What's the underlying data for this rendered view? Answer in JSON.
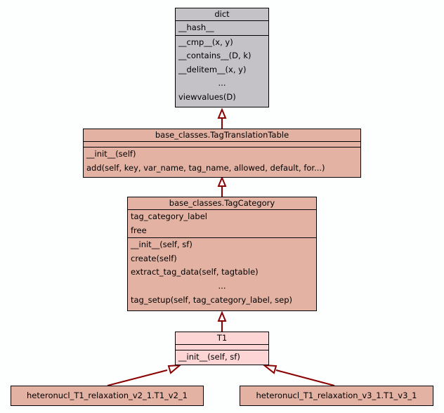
{
  "diagram": {
    "type": "class-inheritance",
    "classes": {
      "dict": {
        "name": "dict",
        "attributes": [
          "__hash__"
        ],
        "methods": [
          "__cmp__(x, y)",
          "__contains__(D, k)",
          "__delitem__(x, y)",
          "...",
          "viewvalues(D)"
        ]
      },
      "tag_translation_table": {
        "name": "base_classes.TagTranslationTable",
        "attributes": [],
        "methods": [
          "__init__(self)",
          "add(self, key, var_name, tag_name, allowed, default, for...)"
        ]
      },
      "tag_category": {
        "name": "base_classes.TagCategory",
        "attributes": [
          "tag_category_label",
          "free"
        ],
        "methods": [
          "__init__(self, sf)",
          "create(self)",
          "extract_tag_data(self, tagtable)",
          "...",
          "tag_setup(self, tag_category_label, sep)"
        ]
      },
      "t1": {
        "name": "T1",
        "attributes": [],
        "methods": [
          "__init__(self, sf)"
        ]
      },
      "t1_v2_1": {
        "name": "heteronucl_T1_relaxation_v2_1.T1_v2_1"
      },
      "t1_v3_1": {
        "name": "heteronucl_T1_relaxation_v3_1.T1_v3_1"
      }
    },
    "edges": [
      {
        "from": "tag_translation_table",
        "to": "dict",
        "kind": "inherits"
      },
      {
        "from": "tag_category",
        "to": "tag_translation_table",
        "kind": "inherits"
      },
      {
        "from": "t1",
        "to": "tag_category",
        "kind": "inherits"
      },
      {
        "from": "t1_v2_1",
        "to": "t1",
        "kind": "inherits"
      },
      {
        "from": "t1_v3_1",
        "to": "t1",
        "kind": "inherits"
      }
    ],
    "colors": {
      "edge": "#8b0000",
      "base_fill": "#c4c2c7",
      "parent_fill": "#e3b2a3",
      "focus_fill": "#fdd5d5"
    }
  }
}
